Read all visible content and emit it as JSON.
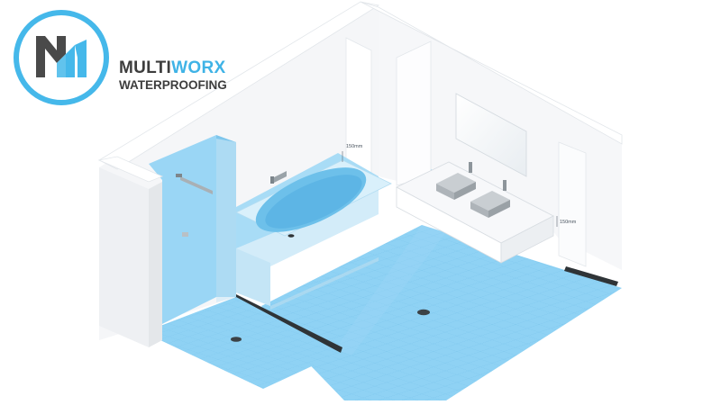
{
  "logo": {
    "name_part1": "MULTI",
    "name_part2": "WORX",
    "tagline": "WATERPROOFING",
    "colors": {
      "ring": "#45b8ea",
      "mark_dark": "#4a4a4a",
      "mark_blue": "#45b8ea",
      "text_dark": "#3d3d3d",
      "text_blue": "#3fb3e6"
    }
  },
  "annotations": {
    "dim_bath": "150mm",
    "dim_vanity": "150mm"
  },
  "colors": {
    "membrane": "#8fd2f4",
    "membrane_light": "#bfe6fa",
    "membrane_dark": "#5fb4e4",
    "wall": "#f3f5f7",
    "wall_shadow": "#e4e7ea",
    "edge_strip": "#2f3437"
  }
}
